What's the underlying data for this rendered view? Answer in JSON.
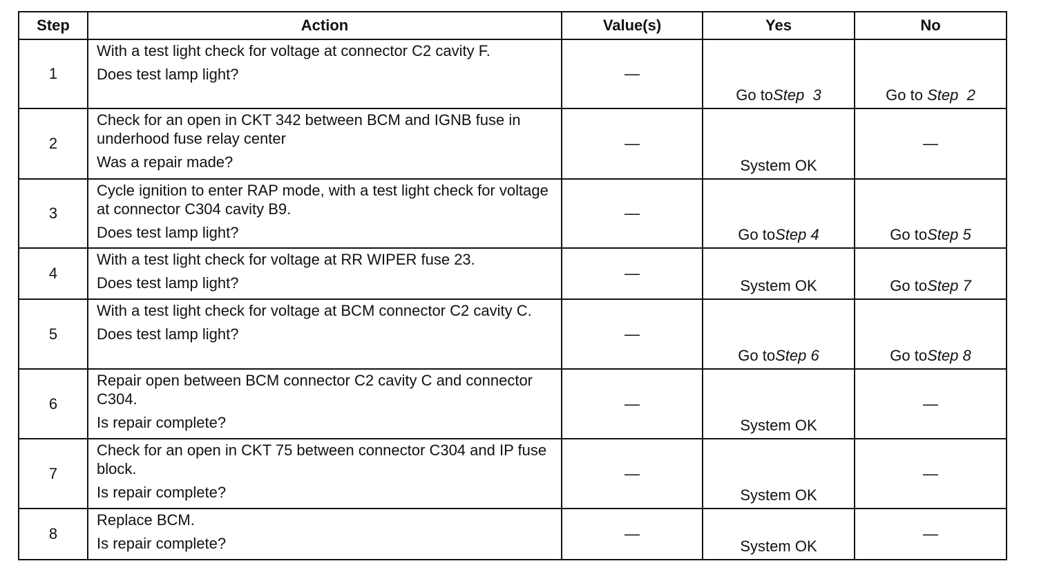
{
  "table": {
    "headers": {
      "step": "Step",
      "action": "Action",
      "values": "Value(s)",
      "yes": "Yes",
      "no": "No"
    },
    "rows": [
      {
        "step": "1",
        "action": "With a test light check for voltage at connector C2 cavity F.",
        "question": "Does test lamp light?",
        "value": "—",
        "yes": {
          "text": "Go to",
          "ref": "Step  3"
        },
        "no": {
          "text": "Go to ",
          "ref": "Step  2"
        }
      },
      {
        "step": "2",
        "action": "Check for an open in CKT 342 between BCM and IGNB fuse in underhood fuse relay center",
        "question": "Was a repair made?",
        "value": "—",
        "yes": {
          "text": "System OK",
          "ref": ""
        },
        "no": {
          "text": "—",
          "ref": ""
        }
      },
      {
        "step": "3",
        "action": "Cycle ignition to enter RAP mode, with a test light check for voltage at connector C304 cavity B9.",
        "question": "Does test lamp light?",
        "value": "—",
        "yes": {
          "text": "Go to",
          "ref": "Step 4"
        },
        "no": {
          "text": "Go to",
          "ref": "Step 5"
        }
      },
      {
        "step": "4",
        "action": "With a test light check for voltage at RR WIPER fuse 23.",
        "question": "Does test lamp light?",
        "value": "—",
        "yes": {
          "text": "System OK",
          "ref": ""
        },
        "no": {
          "text": "Go to",
          "ref": "Step 7"
        }
      },
      {
        "step": "5",
        "action": "With a test light check for voltage at BCM connector C2 cavity C.",
        "question": "Does test lamp light?",
        "value": "—",
        "yes": {
          "text": "Go to",
          "ref": "Step 6"
        },
        "no": {
          "text": "Go to",
          "ref": "Step 8"
        }
      },
      {
        "step": "6",
        "action": "Repair open between BCM connector C2 cavity C and connector C304.",
        "question": "Is repair complete?",
        "value": "—",
        "yes": {
          "text": "System OK",
          "ref": ""
        },
        "no": {
          "text": "—",
          "ref": ""
        }
      },
      {
        "step": "7",
        "action": "Check for an open in CKT 75 between connector C304 and IP fuse block.",
        "question": "Is repair complete?",
        "value": "—",
        "yes": {
          "text": "System OK",
          "ref": ""
        },
        "no": {
          "text": "—",
          "ref": ""
        }
      },
      {
        "step": "8",
        "action": "Replace BCM.",
        "question": "Is repair complete?",
        "value": "—",
        "yes": {
          "text": "System OK",
          "ref": ""
        },
        "no": {
          "text": "—",
          "ref": ""
        }
      }
    ]
  }
}
